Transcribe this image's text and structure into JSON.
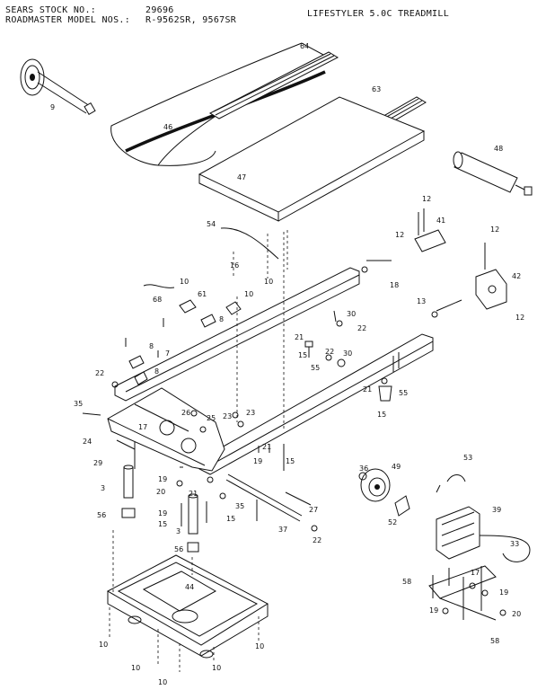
{
  "header": {
    "stock_label": "SEARS STOCK NO.:",
    "stock_value": "29696",
    "model_label": "ROADMASTER MODEL NOS.:",
    "model_value": "R-9562SR, 9567SR",
    "product": "LIFESTYLER 5.0C TREADMILL"
  },
  "callouts": {
    "c64": "64",
    "c63": "63",
    "c9": "9",
    "c46": "46",
    "c47": "47",
    "c48": "48",
    "c54": "54",
    "c16": "16",
    "c10a": "10",
    "c12a": "12",
    "c41": "41",
    "c12b": "12",
    "c12c": "12",
    "c42": "42",
    "c12d": "12",
    "c68": "68",
    "c10b": "10",
    "c61": "61",
    "c10c": "10",
    "c18": "18",
    "c13": "13",
    "c30a": "30",
    "c22a": "22",
    "c8a": "8",
    "c21a": "21",
    "c15a": "15",
    "c22b": "22",
    "c30b": "30",
    "c55a": "55",
    "c8b": "8",
    "c7": "7",
    "c8c": "8",
    "c22c": "22",
    "c35a": "35",
    "c21b": "21",
    "c55b": "55",
    "c15b": "15",
    "c26": "26",
    "c25": "25",
    "c23a": "23",
    "c23b": "23",
    "c24": "24",
    "c17a": "17",
    "c29": "29",
    "c21c": "21",
    "c15c": "15",
    "c19a": "19",
    "c19b": "19",
    "c3a": "3",
    "c20a": "20",
    "c21d": "21",
    "c35b": "35",
    "c27": "27",
    "c56a": "56",
    "c19c": "19",
    "c15d": "15",
    "c3b": "3",
    "c15e": "15",
    "c37": "37",
    "c22d": "22",
    "c56b": "56",
    "c36": "36",
    "c49": "49",
    "c53": "53",
    "c39": "39",
    "c52": "52",
    "c33": "33",
    "c44": "44",
    "c58a": "58",
    "c17b": "17",
    "c19d": "19",
    "c19e": "19",
    "c20b": "20",
    "c58b": "58",
    "c10d": "10",
    "c10e": "10",
    "c10f": "10",
    "c10g": "10",
    "c10h": "10"
  }
}
